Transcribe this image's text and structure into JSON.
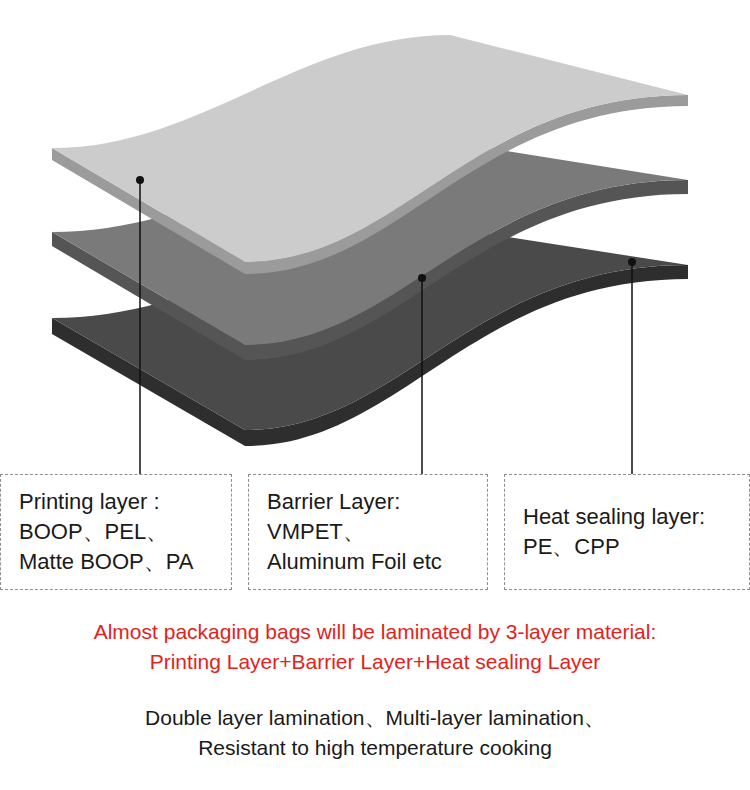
{
  "diagram": {
    "nodes": [
      {
        "text": [
          "Printing layer :",
          "BOOP、PEL、 Matte BOOP、PA"
        ]
      },
      {
        "text": [
          "Barrier Layer:",
          "VMPET、 Aluminum Foil etc"
        ]
      },
      {
        "text": [
          "Heat sealing layer:",
          "PE、CPP"
        ]
      }
    ],
    "labels": [
      "Almost packaging bags will be laminated by 3-layer material: Printing Layer+Barrier Layer+Heat sealing Layer",
      "Double layer lamination、Multi-layer lamination、 Resistant to high temperature cooking"
    ]
  }
}
